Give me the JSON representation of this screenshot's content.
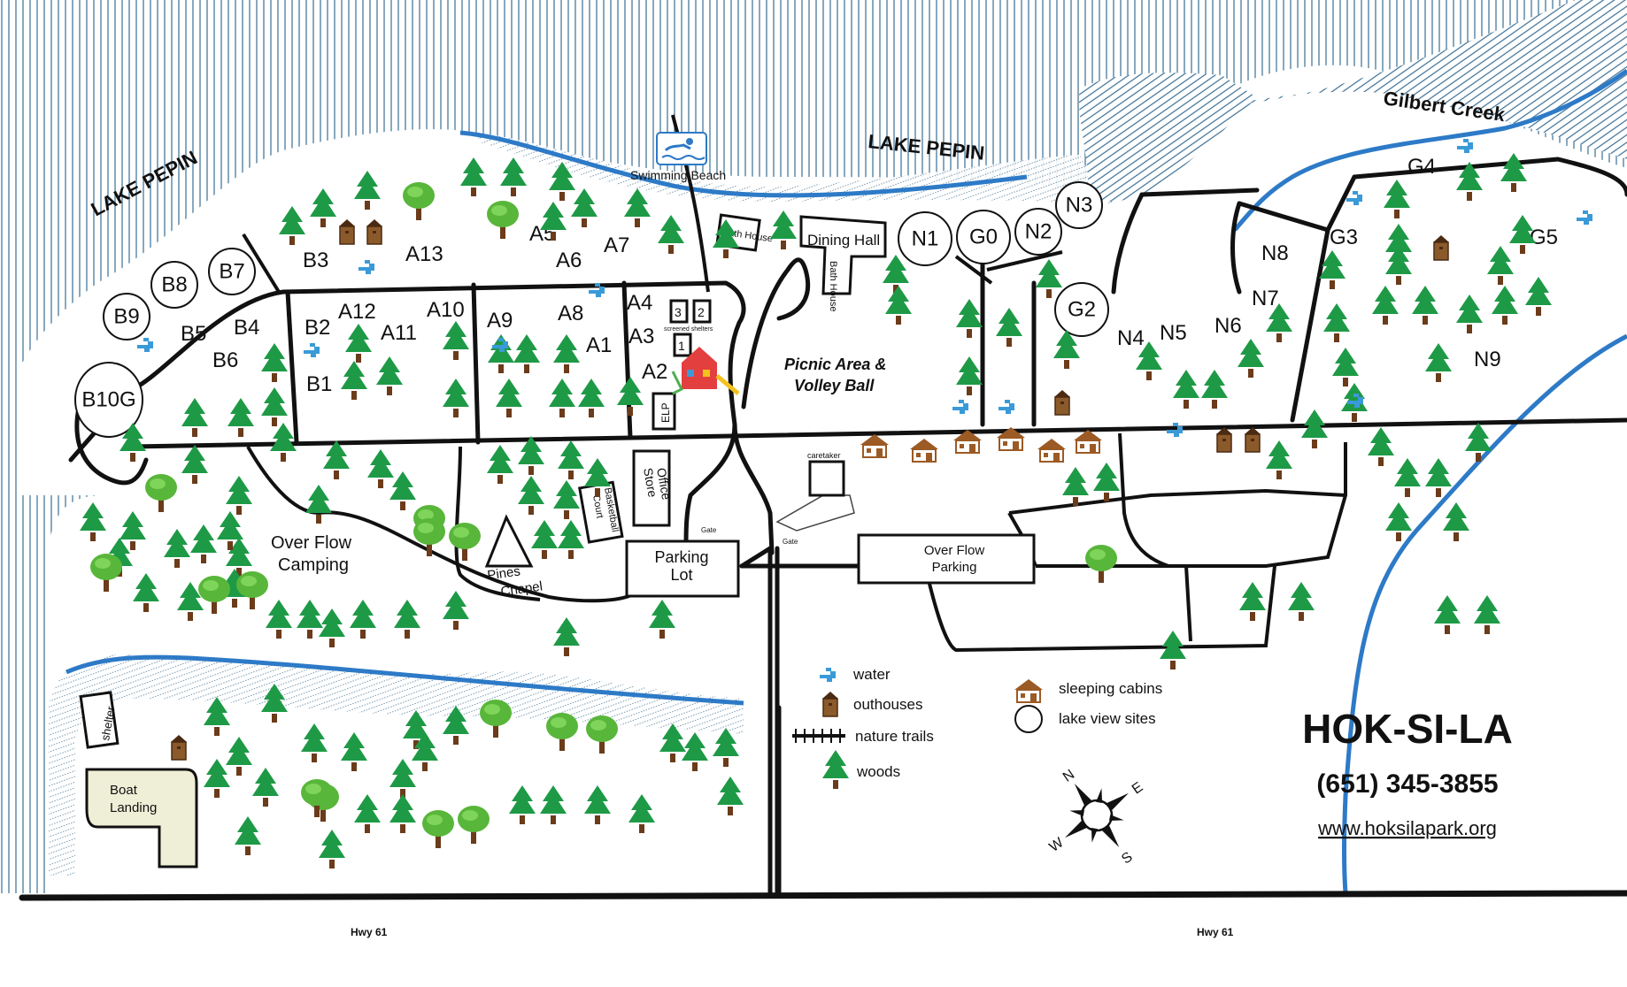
{
  "lakes": {
    "lake_pepin_left": "LAKE PEPIN",
    "lake_pepin_top": "LAKE PEPIN",
    "creek": "Gilbert Creek"
  },
  "facilities": {
    "swimming_beach": "Swimming Beach",
    "bath_house_1": "Bath House",
    "bath_house_2": "Bath House",
    "dining_hall": "Dining Hall",
    "picnic_1": "Picnic Area &",
    "picnic_2": "Volley Ball",
    "screened_shelters": "screened shelters",
    "shelter_1": "1",
    "shelter_2": "2",
    "shelter_3": "3",
    "elp": "ELP",
    "office_store_1": "Office",
    "office_store_2": "Store",
    "basketball_1": "Basketball",
    "basketball_2": "Court",
    "caretaker": "caretaker",
    "parking_1": "Parking",
    "parking_2": "Lot",
    "overflow_parking_1": "Over Flow",
    "overflow_parking_2": "Parking",
    "gate_1": "Gate",
    "gate_2": "Gate",
    "pines_1": "Pines",
    "pines_2": "Chapel",
    "overflow_camping_1": "Over Flow",
    "overflow_camping_2": "Camping",
    "shelter": "shelter",
    "boat_1": "Boat",
    "boat_2": "Landing"
  },
  "sites": {
    "A1": "A1",
    "A2": "A2",
    "A3": "A3",
    "A4": "A4",
    "A5": "A5",
    "A6": "A6",
    "A7": "A7",
    "A8": "A8",
    "A9": "A9",
    "A10": "A10",
    "A11": "A11",
    "A12": "A12",
    "A13": "A13",
    "B1": "B1",
    "B2": "B2",
    "B3": "B3",
    "B4": "B4",
    "B5": "B5",
    "B6": "B6",
    "B7": "B7",
    "B8": "B8",
    "B9": "B9",
    "B10G": "B10G",
    "N1": "N1",
    "N2": "N2",
    "N3": "N3",
    "N4": "N4",
    "N5": "N5",
    "N6": "N6",
    "N7": "N7",
    "N8": "N8",
    "N9": "N9",
    "G0": "G0",
    "G2": "G2",
    "G3": "G3",
    "G4": "G4",
    "G5": "G5"
  },
  "legend": {
    "water": "water",
    "outhouses": "outhouses",
    "trails": "nature trails",
    "woods": "woods",
    "cabins": "sleeping cabins",
    "lakeview": "lake view sites"
  },
  "compass": {
    "n": "N",
    "e": "E",
    "s": "S",
    "w": "W"
  },
  "branding": {
    "name": "HOK-SI-LA",
    "phone": "(651) 345-3855",
    "url": "www.hoksilapark.org"
  },
  "roads": {
    "hwy_left": "Hwy 61",
    "hwy_right": "Hwy 61"
  },
  "colors": {
    "water": "#2d7ac7",
    "tree": "#1e9a47",
    "trunk": "#6b3b1a",
    "landing": "#efeed6"
  },
  "icons": [
    "pine-tree-icon",
    "deciduous-tree-icon",
    "water-faucet-icon",
    "outhouse-icon",
    "cabin-icon",
    "swimmer-icon",
    "playground-icon",
    "compass-rose-icon"
  ]
}
